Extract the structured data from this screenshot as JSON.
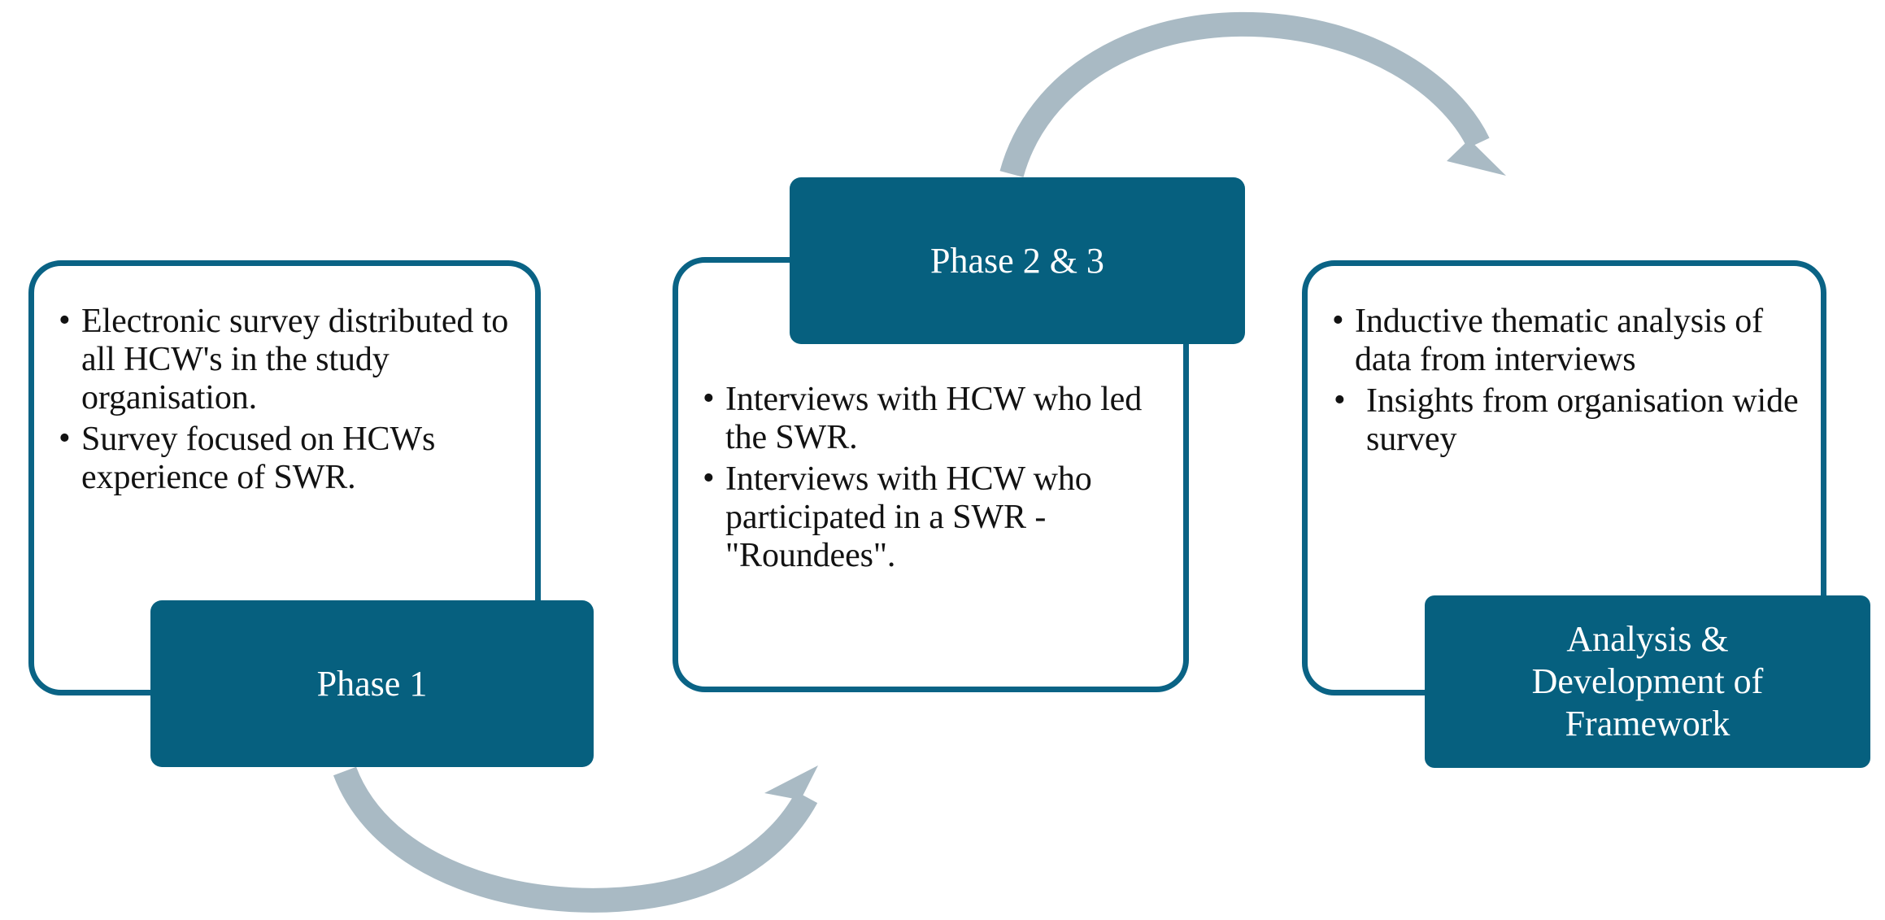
{
  "diagram": {
    "title": "Study phases flow",
    "colors": {
      "teal_fill": "#06607f",
      "teal_outline": "#0a6385",
      "arrow_grey": "#a9bac4",
      "text_dark": "#121212",
      "text_light": "#ffffff",
      "background": "#ffffff"
    },
    "bullet_glyph": "•"
  },
  "cards": [
    {
      "id": "phase-1",
      "bullets": [
        "Electronic survey distributed to all HCW's in the study organisation.",
        "Survey focused on HCWs experience of SWR."
      ],
      "label_lines": [
        "Phase 1"
      ]
    },
    {
      "id": "phase-2-3",
      "bullets": [
        "Interviews with HCW who led the SWR.",
        "Interviews with HCW who participated in a SWR - \"Roundees\"."
      ],
      "label_lines": [
        "Phase 2 & 3"
      ]
    },
    {
      "id": "analysis",
      "bullets": [
        "Inductive thematic analysis of data from interviews",
        " Insights from organisation wide survey"
      ],
      "label_lines": [
        "Analysis &",
        "Development of",
        "Framework"
      ]
    }
  ],
  "arrows": [
    {
      "id": "arrow-phase1-to-phase2",
      "direction": "left-to-right",
      "shape": "downward-curve",
      "color": "#a9bac4"
    },
    {
      "id": "arrow-phase2-to-analysis",
      "direction": "left-to-right",
      "shape": "upward-arc",
      "color": "#a9bac4"
    }
  ]
}
